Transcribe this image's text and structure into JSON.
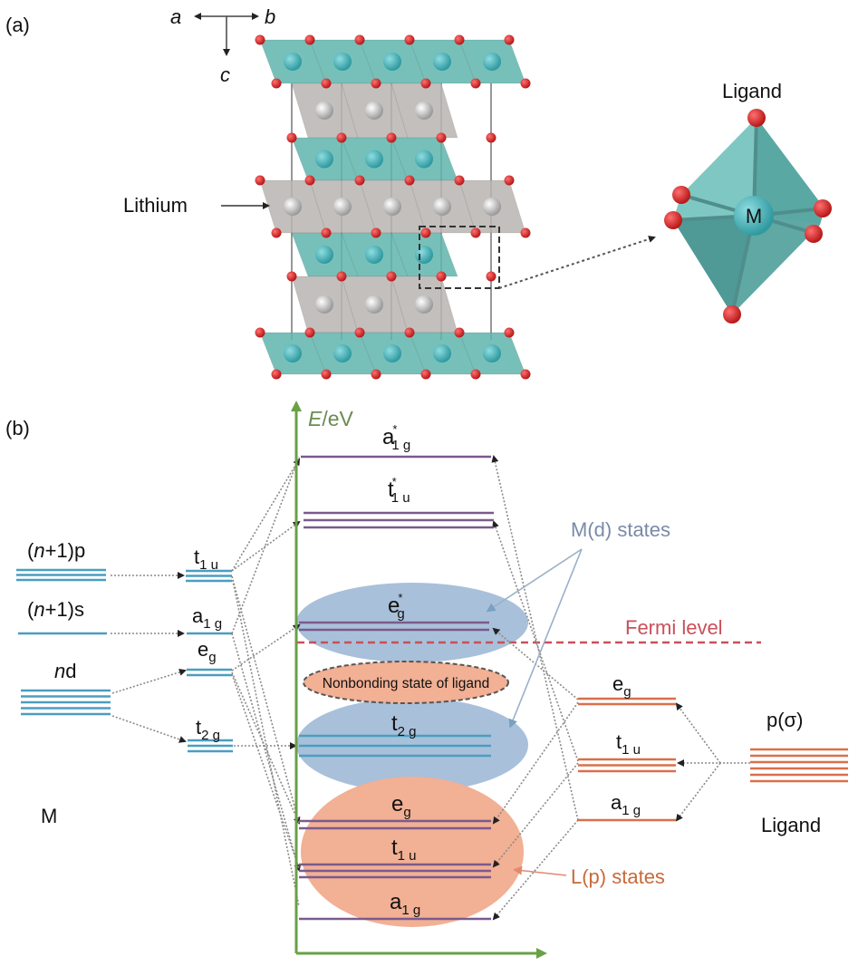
{
  "panel_a": {
    "label": "(a)",
    "axes": {
      "a": "a",
      "b": "b",
      "c": "c"
    },
    "lithium_label": "Lithium",
    "octahedron": {
      "ligand_label": "Ligand",
      "center_label": "M"
    },
    "colors": {
      "tm_layer": "#5fb5ad",
      "li_layer": "#b9b4b1",
      "oxygen": "#d42a2a",
      "tm_atom": "#4fb0b4",
      "li_atom": "#d8d8d8"
    }
  },
  "panel_b": {
    "label": "(b)",
    "axis_label_italic": "E",
    "axis_label_rest": "/eV",
    "metal": {
      "name": "M",
      "orbitals": [
        {
          "name_pre": "(",
          "name_it": "n",
          "name_post": "+1)p",
          "split": "t",
          "split_sub": "1 u"
        },
        {
          "name_pre": "(",
          "name_it": "n",
          "name_post": "+1)s",
          "split": "a",
          "split_sub": "1 g"
        },
        {
          "name_pre": "",
          "name_it": "n",
          "name_post": "d",
          "split_eg": "e",
          "split_eg_sub": "g",
          "split_t2g": "t",
          "split_t2g_sub": "2 g"
        }
      ]
    },
    "molecular": [
      {
        "main": "a",
        "sub": "1 g",
        "star": "*"
      },
      {
        "main": "t",
        "sub": "1 u",
        "star": "*"
      },
      {
        "main": "e",
        "sub": "g",
        "star": "*"
      },
      {
        "main": "t",
        "sub": "2 g",
        "star": ""
      },
      {
        "main": "e",
        "sub": "g",
        "star": ""
      },
      {
        "main": "t",
        "sub": "1 u",
        "star": ""
      },
      {
        "main": "a",
        "sub": "1 g",
        "star": ""
      }
    ],
    "nonbonding_label": "Nonbonding state of ligand",
    "md_states_label": "M(d) states",
    "lp_states_label": "L(p) states",
    "fermi_label": "Fermi level",
    "ligand": {
      "name": "Ligand",
      "orbital": "p(σ)",
      "splits": [
        {
          "main": "e",
          "sub": "g"
        },
        {
          "main": "t",
          "sub": "1 u"
        },
        {
          "main": "a",
          "sub": "1 g"
        }
      ]
    },
    "colors": {
      "metal_level": "#4a9ec0",
      "mo_level": "#7b5a8c",
      "ligand_level": "#d9704a",
      "axis": "#6aa046",
      "md_fill": "#a9c0da",
      "lp_fill": "#f2b094",
      "fermi": "#c8505a",
      "md_text": "#7a8aa8",
      "lp_text": "#c86a3a"
    }
  }
}
